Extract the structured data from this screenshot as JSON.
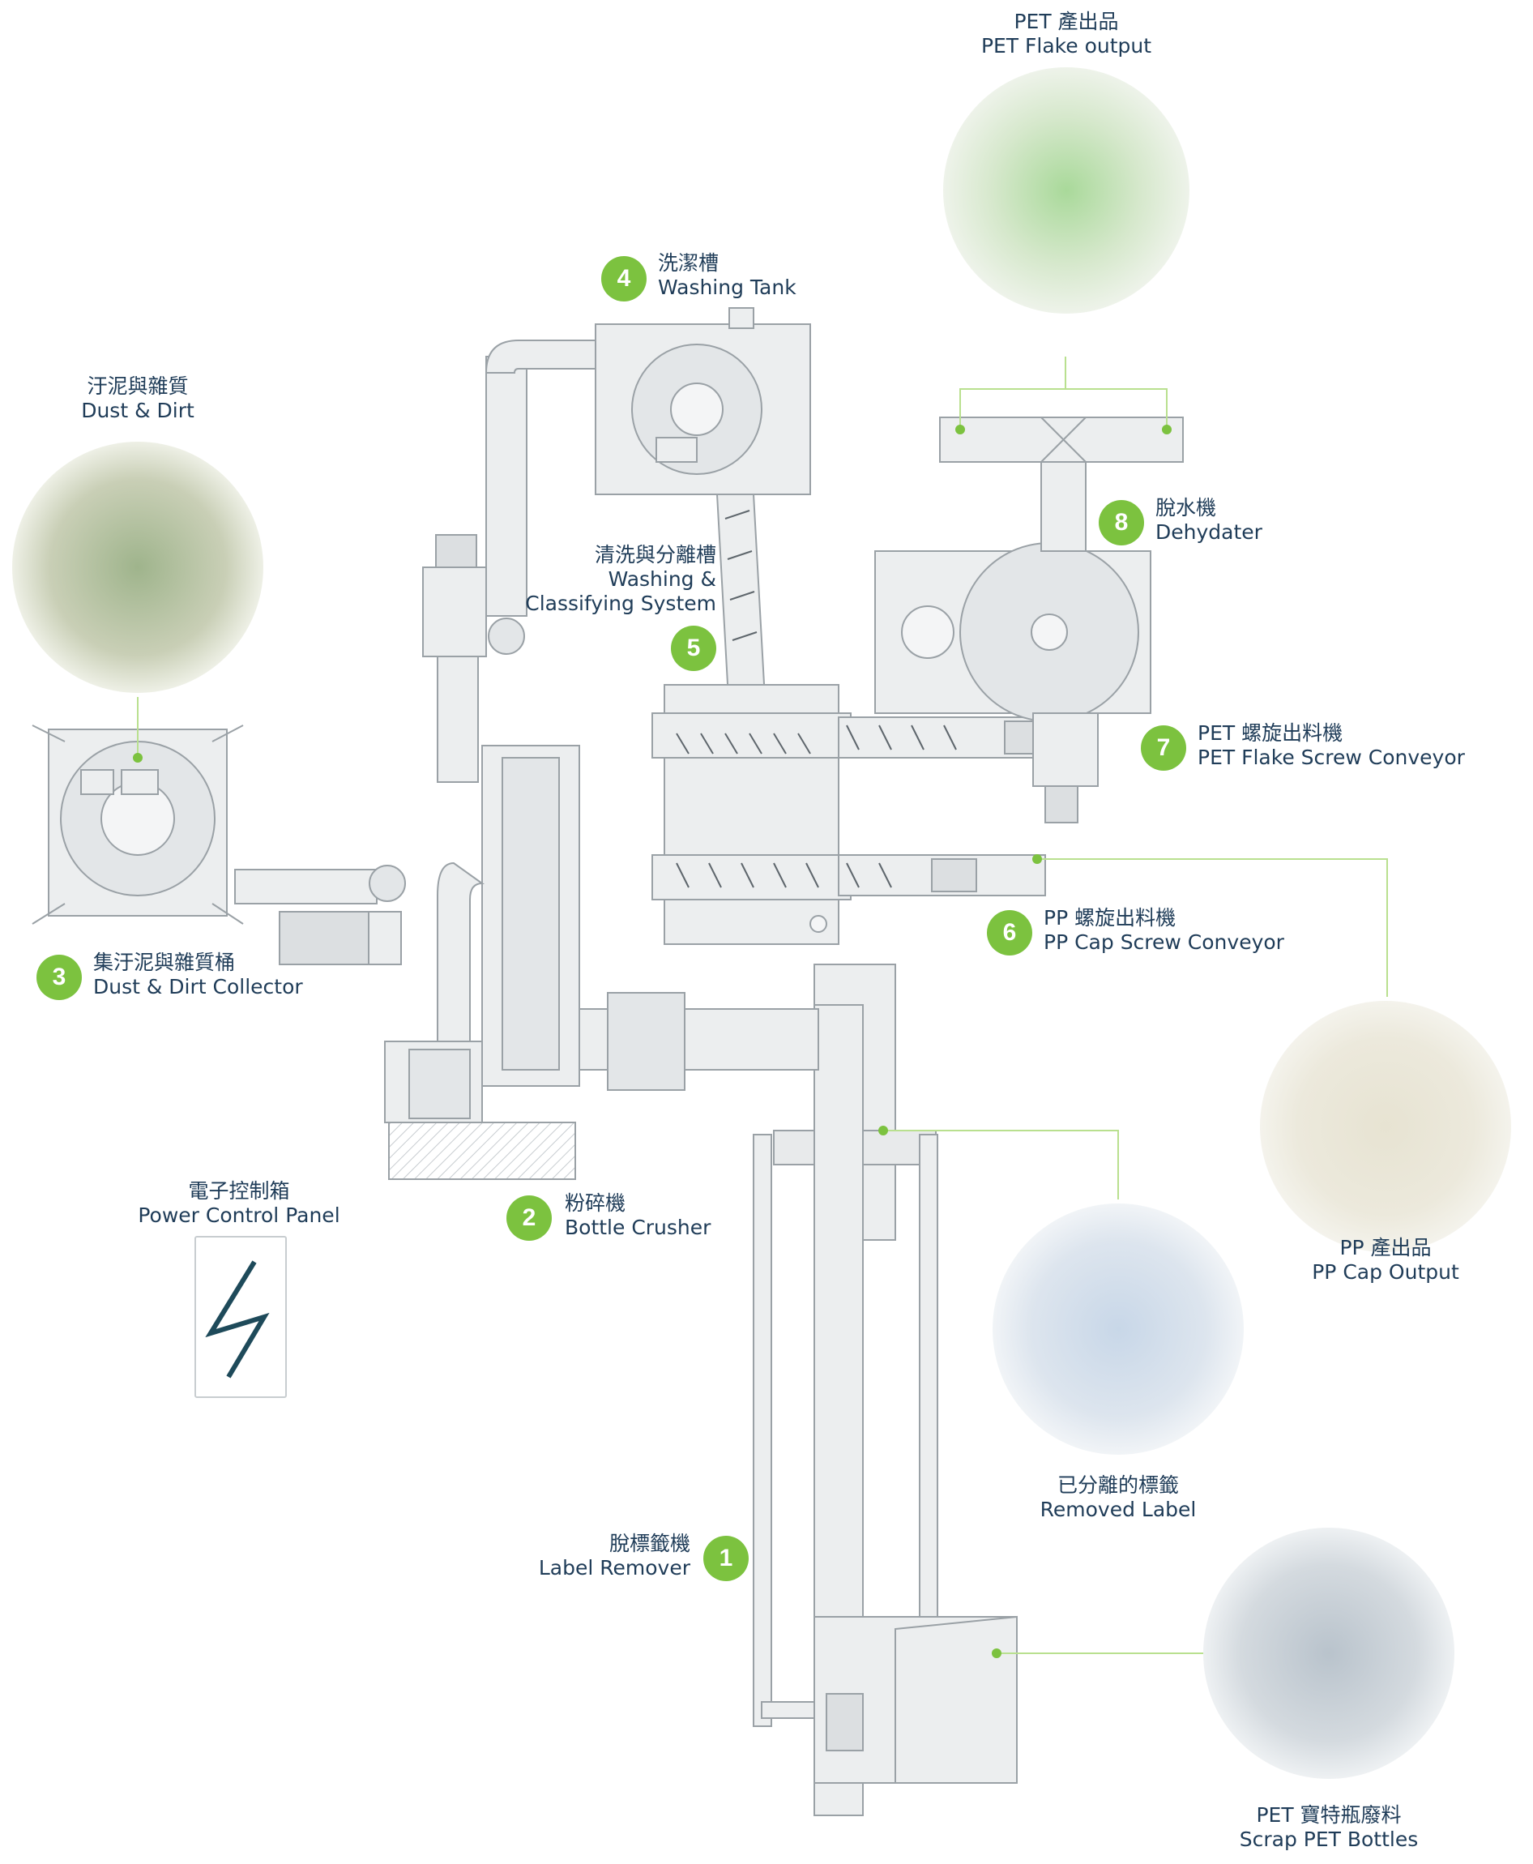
{
  "steps": [
    {
      "number": "1",
      "zh": "脫標籤機",
      "en": "Label Remover"
    },
    {
      "number": "2",
      "zh": "粉碎機",
      "en": "Bottle Crusher"
    },
    {
      "number": "3",
      "zh": "集汙泥與雜質桶",
      "en": "Dust & Dirt Collector"
    },
    {
      "number": "4",
      "zh": "洗潔槽",
      "en": "Washing Tank"
    },
    {
      "number": "5",
      "zh": "清洗與分離槽",
      "en_line1": "Washing &",
      "en_line2": "Classifying System"
    },
    {
      "number": "6",
      "zh": "PP 螺旋出料機",
      "en": "PP Cap Screw Conveyor"
    },
    {
      "number": "7",
      "zh": "PET 螺旋出料機",
      "en": "PET Flake Screw Conveyor"
    },
    {
      "number": "8",
      "zh": "脫水機",
      "en": "Dehydater"
    }
  ],
  "materials": {
    "pet_flake": {
      "zh": "PET 產出品",
      "en": "PET Flake output"
    },
    "dust": {
      "zh": "汙泥與雜質",
      "en": "Dust & Dirt"
    },
    "pp_cap": {
      "zh": "PP 產出品",
      "en": "PP Cap Output"
    },
    "label": {
      "zh": "已分離的標籤",
      "en": "Removed Label"
    },
    "scrap": {
      "zh": "PET 寶特瓶廢料",
      "en": "Scrap PET Bottles"
    }
  },
  "power_panel": {
    "zh": "電子控制箱",
    "en": "Power Control Panel",
    "icon": "lightning-bolt-icon"
  },
  "colors": {
    "accent": "#7cc23f",
    "text": "#1f3c58",
    "machine_stroke": "#9aa1a6",
    "machine_fill": "#eceeef",
    "bolt": "#1e4a5a"
  }
}
